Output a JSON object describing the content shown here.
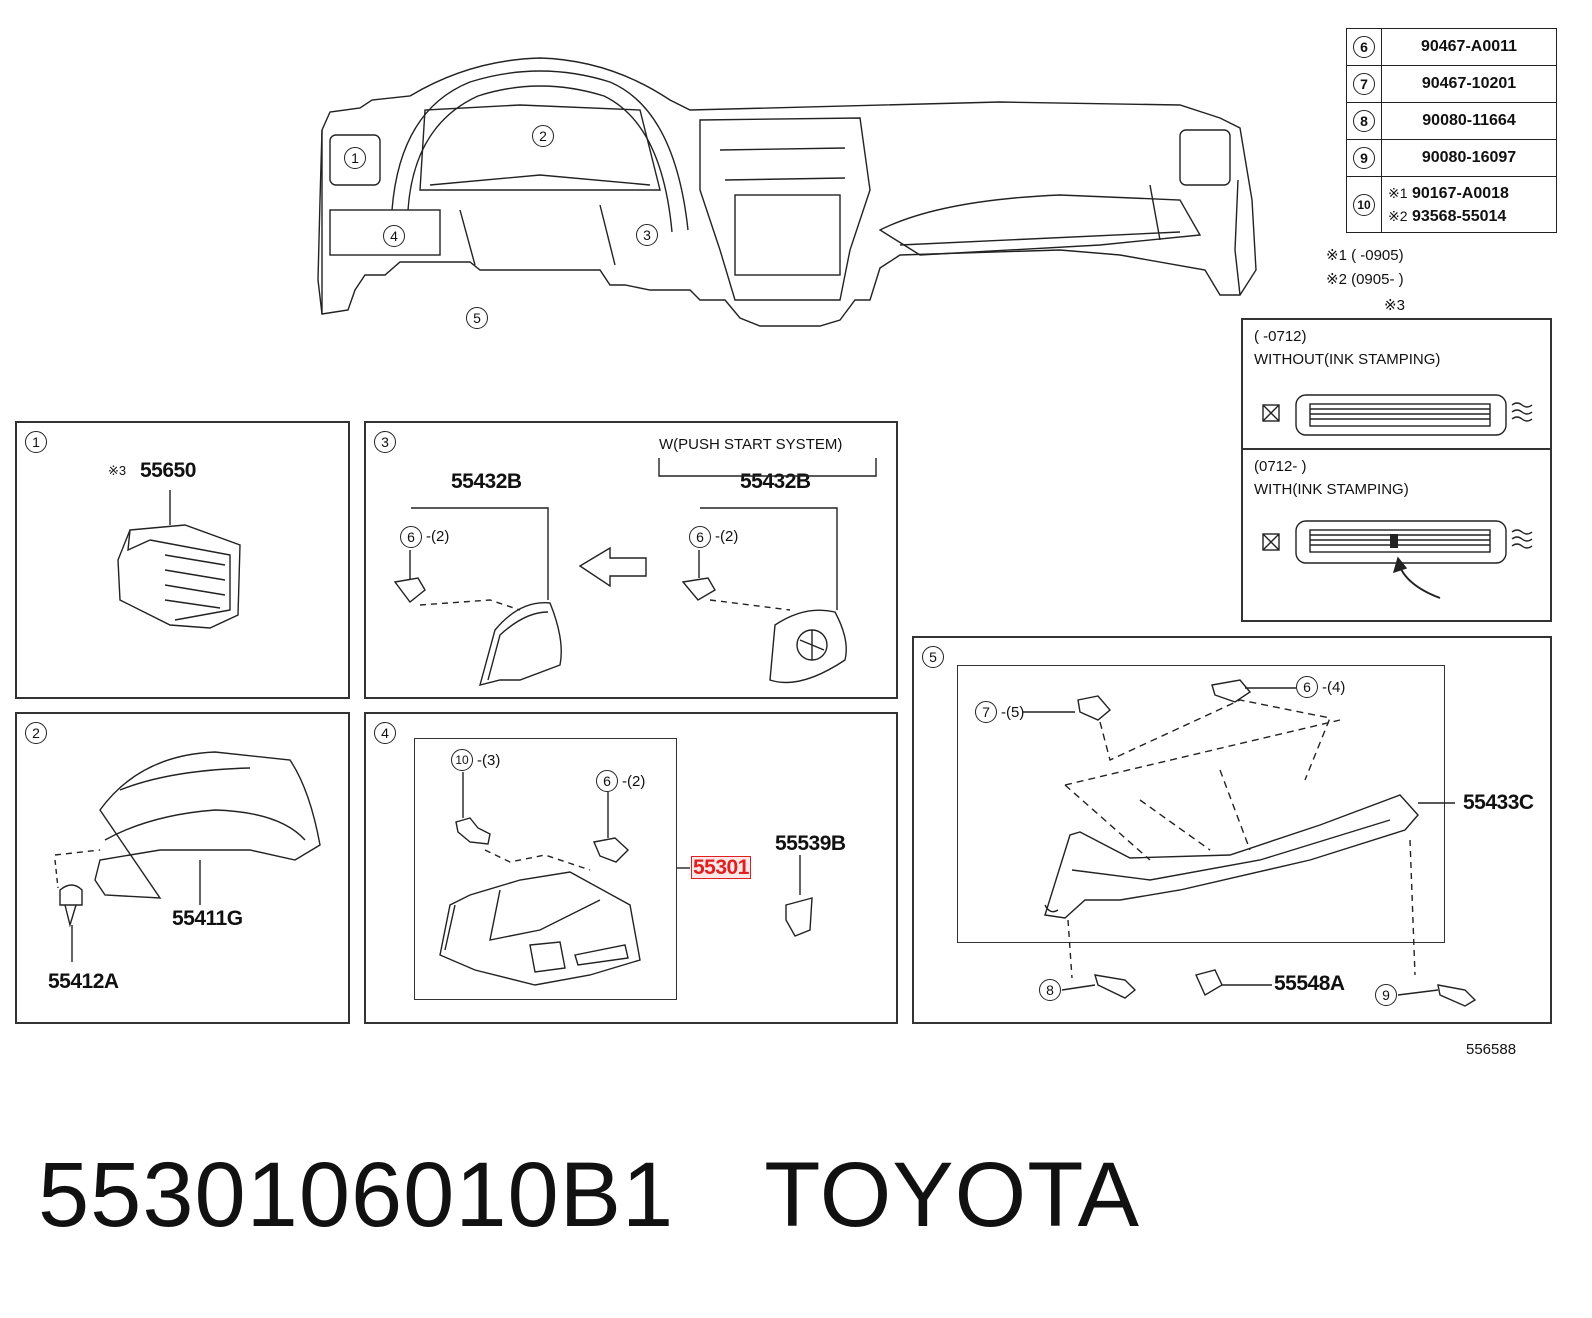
{
  "table": {
    "rows": [
      {
        "num": "6",
        "part": "90467-A0011"
      },
      {
        "num": "7",
        "part": "90467-10201"
      },
      {
        "num": "8",
        "part": "90080-11664"
      },
      {
        "num": "9",
        "part": "90080-16097"
      }
    ],
    "row10": {
      "num": "10",
      "line1_mark": "※1",
      "line1_part": "90167-A0018",
      "line2_mark": "※2",
      "line2_part": "93568-55014"
    }
  },
  "notes": {
    "n1": "※1 (      -0905)",
    "n2": "※2 (0905-      )",
    "n3": "※3"
  },
  "inset": {
    "top_range": "(      -0712)",
    "top_label": "WITHOUT(INK STAMPING)",
    "bottom_range": "(0712-      )",
    "bottom_label": "WITH(INK STAMPING)"
  },
  "overview_callouts": [
    "1",
    "2",
    "3",
    "4",
    "5"
  ],
  "panels": {
    "p1": {
      "num": "1",
      "mark": "※3",
      "part": "55650"
    },
    "p2": {
      "num": "2",
      "part_a": "55411G",
      "part_b": "55412A"
    },
    "p3": {
      "num": "3",
      "heading": "W(PUSH START SYSTEM)",
      "part_left": "55432B",
      "part_right": "55432B",
      "ref_num": "6",
      "ref_qty": "-(2)"
    },
    "p4": {
      "num": "4",
      "screw_num": "10",
      "screw_qty": "-(3)",
      "clip_num": "6",
      "clip_qty": "-(2)",
      "part_main": "55301",
      "part_side": "55539B"
    },
    "p5": {
      "num": "5",
      "a_num": "7",
      "a_qty": "-(5)",
      "b_num": "6",
      "b_qty": "-(4)",
      "part_c": "55433C",
      "c_num": "8",
      "part_d": "55548A",
      "d_num": "9"
    }
  },
  "diagram_id": "556588",
  "footer": {
    "part_number": "5530106010B1",
    "brand": "TOYOTA"
  },
  "colors": {
    "highlight": "#e02020",
    "line": "#222222"
  }
}
